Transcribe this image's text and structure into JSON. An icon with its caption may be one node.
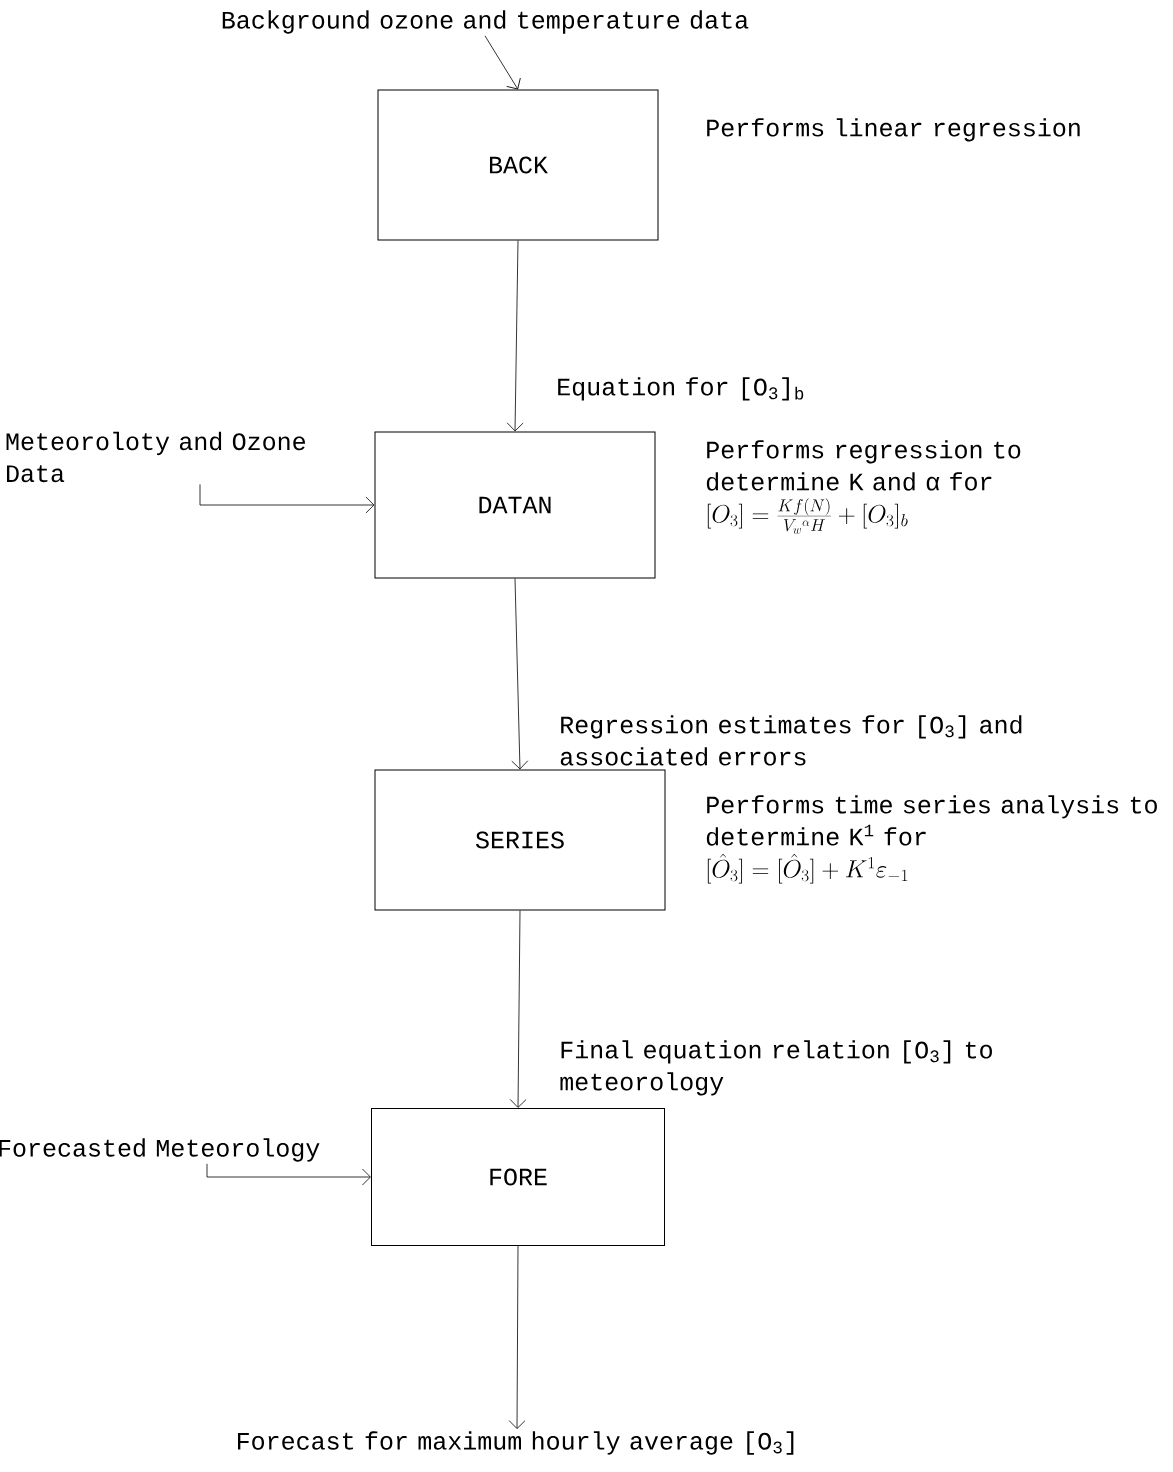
{
  "diagram": {
    "nodes": [
      {
        "text": [
          "Background ozone and temperature data"
        ]
      },
      {
        "text": [
          "BACK"
        ],
        "beside": [
          "Performs linear regression"
        ]
      },
      {
        "text": [
          "DATAN"
        ],
        "beside": [
          "Performs regression to determine K and α for",
          "[O_3]=\\frac{Kf(N)}{V_w{}^{\\alpha}H} + [O_3]_b"
        ]
      },
      {
        "text": [
          "Meteoroloty and Ozone Data"
        ]
      },
      {
        "text": [
          "SERIES"
        ],
        "beside": [
          "Performs time series analysis to determine K$^{1}$ for",
          "[\\hat{O}_3]=[\\hat{O}_3] + K^{1}\\varepsilon_{-1}"
        ]
      },
      {
        "text": [
          "FORE"
        ]
      },
      {
        "text": [
          "Forecasted Meteorology"
        ]
      },
      {
        "text": [
          "Forecast for maximum hourly average [O$_{3}$]"
        ]
      }
    ],
    "edges": [
      {
        "from": 0,
        "to": 1,
        "arrow": "to"
      },
      {
        "from": 1,
        "to": 2,
        "arrow": "to",
        "label": "Equation for [O$_{3}$]$_{b}$"
      },
      {
        "from": 3,
        "to": 2,
        "arrow": "to"
      },
      {
        "from": 2,
        "to": 4,
        "arrow": "to",
        "label": "Regression estimates for [O$_{3}$] and associated errors"
      },
      {
        "from": 4,
        "to": 5,
        "arrow": "to",
        "label": "Final equation relation [O$_{3}$] to meteorology"
      },
      {
        "from": 6,
        "to": 5,
        "arrow": "to"
      },
      {
        "from": 5,
        "to": 7,
        "arrow": "to"
      }
    ]
  }
}
